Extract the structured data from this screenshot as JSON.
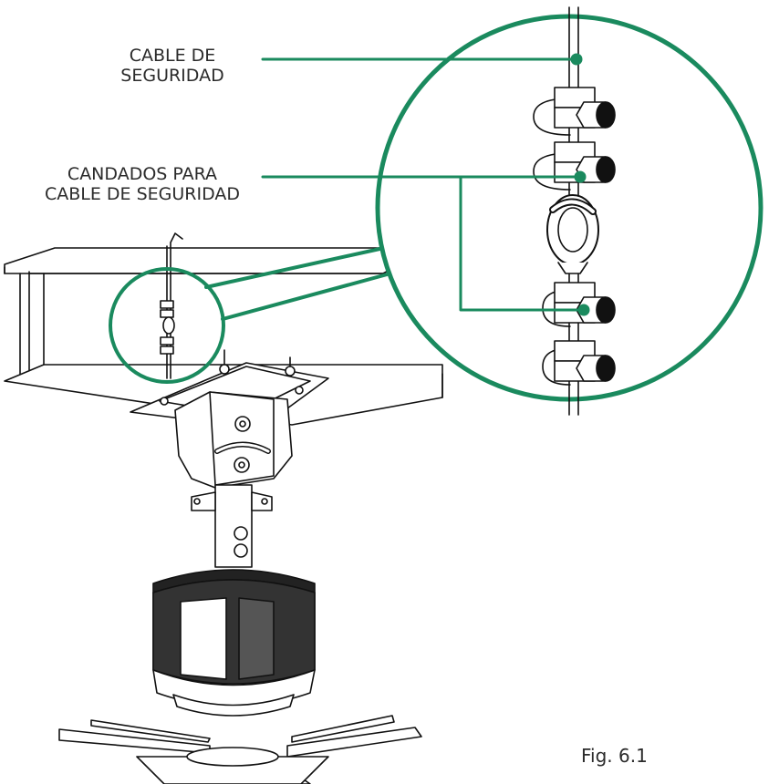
{
  "labels": {
    "safety_cable": [
      "CABLE DE",
      "SEGURIDAD"
    ],
    "cable_locks": [
      "CANDADOS PARA",
      "CABLE DE SEGURIDAD"
    ]
  },
  "figure_caption": "Fig. 6.1",
  "colors": {
    "accent": "#1a8a5e",
    "line": "#111111",
    "text": "#2b2b2b",
    "background": "#ffffff"
  }
}
